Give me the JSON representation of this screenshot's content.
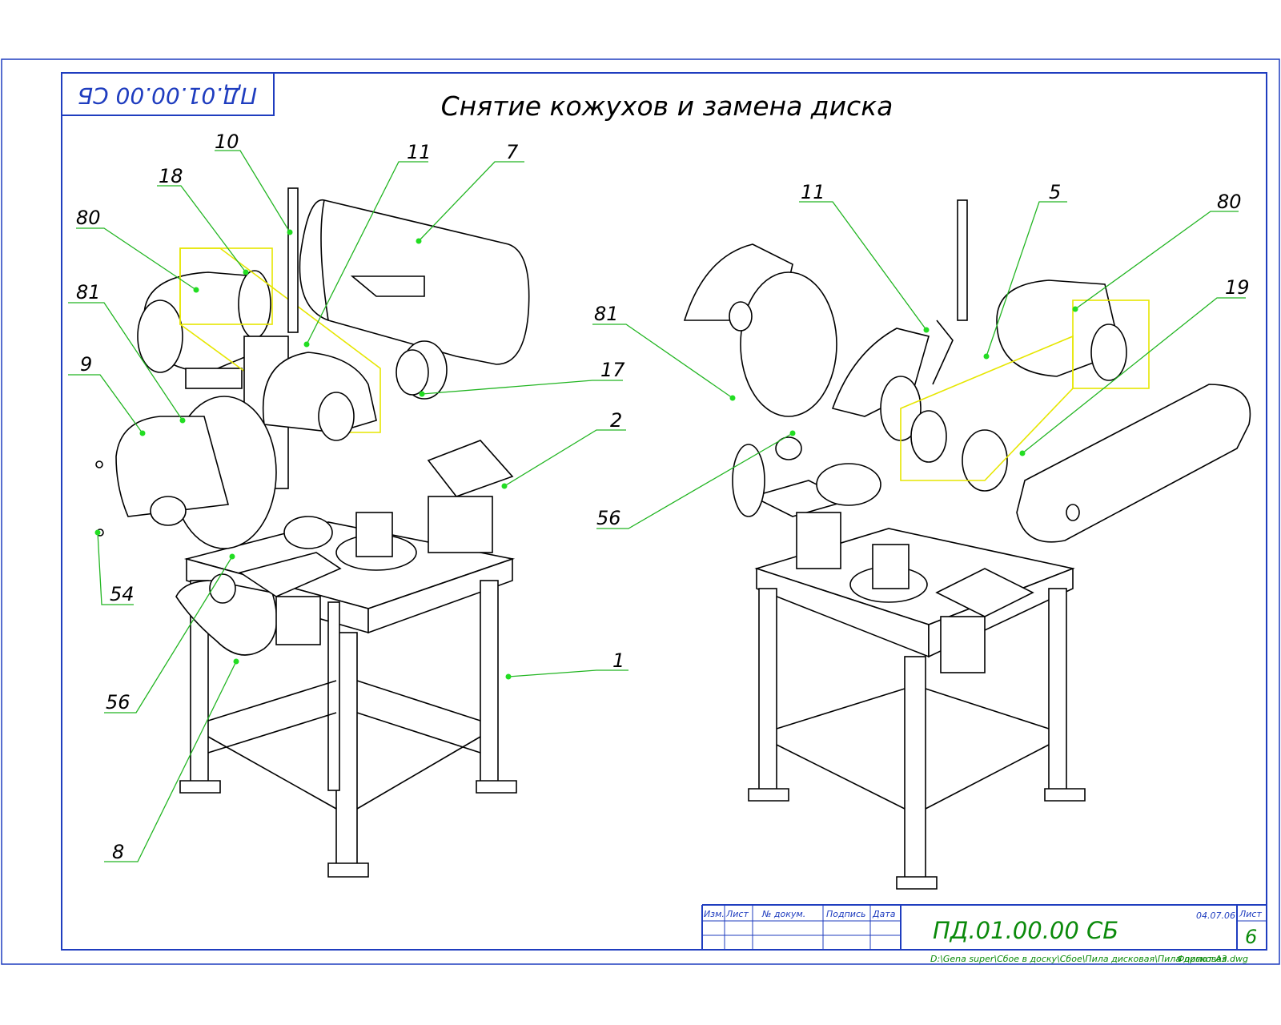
{
  "drawing": {
    "title": "Снятие кожухов и замена диска",
    "stamp_code": "ПД.01.00.00 СБ",
    "colors": {
      "frame": "#1f3dbf",
      "leader": "#22b522",
      "leader_dot": "#22dd22",
      "highlight": "#e6e600",
      "stamp": "#0b8a0b"
    }
  },
  "left_view": {
    "callouts": [
      "10",
      "18",
      "80",
      "81",
      "9",
      "54",
      "56",
      "8",
      "11",
      "7",
      "17",
      "2",
      "1"
    ]
  },
  "right_view": {
    "callouts": [
      "11",
      "5",
      "80",
      "19",
      "81",
      "56"
    ]
  },
  "title_block": {
    "headers": [
      "Изм.",
      "Лист",
      "№ докум.",
      "Подпись",
      "Дата"
    ],
    "doc_number": "ПД.01.00.00 СБ",
    "date": "04.07.06",
    "sheet_label": "Лист",
    "sheet_number": "6",
    "file_path": "D:\\Gena super\\Сбое в доску\\Сбое\\Пила дисковая\\Пила дисковая.dwg",
    "format": "Формат А3"
  }
}
